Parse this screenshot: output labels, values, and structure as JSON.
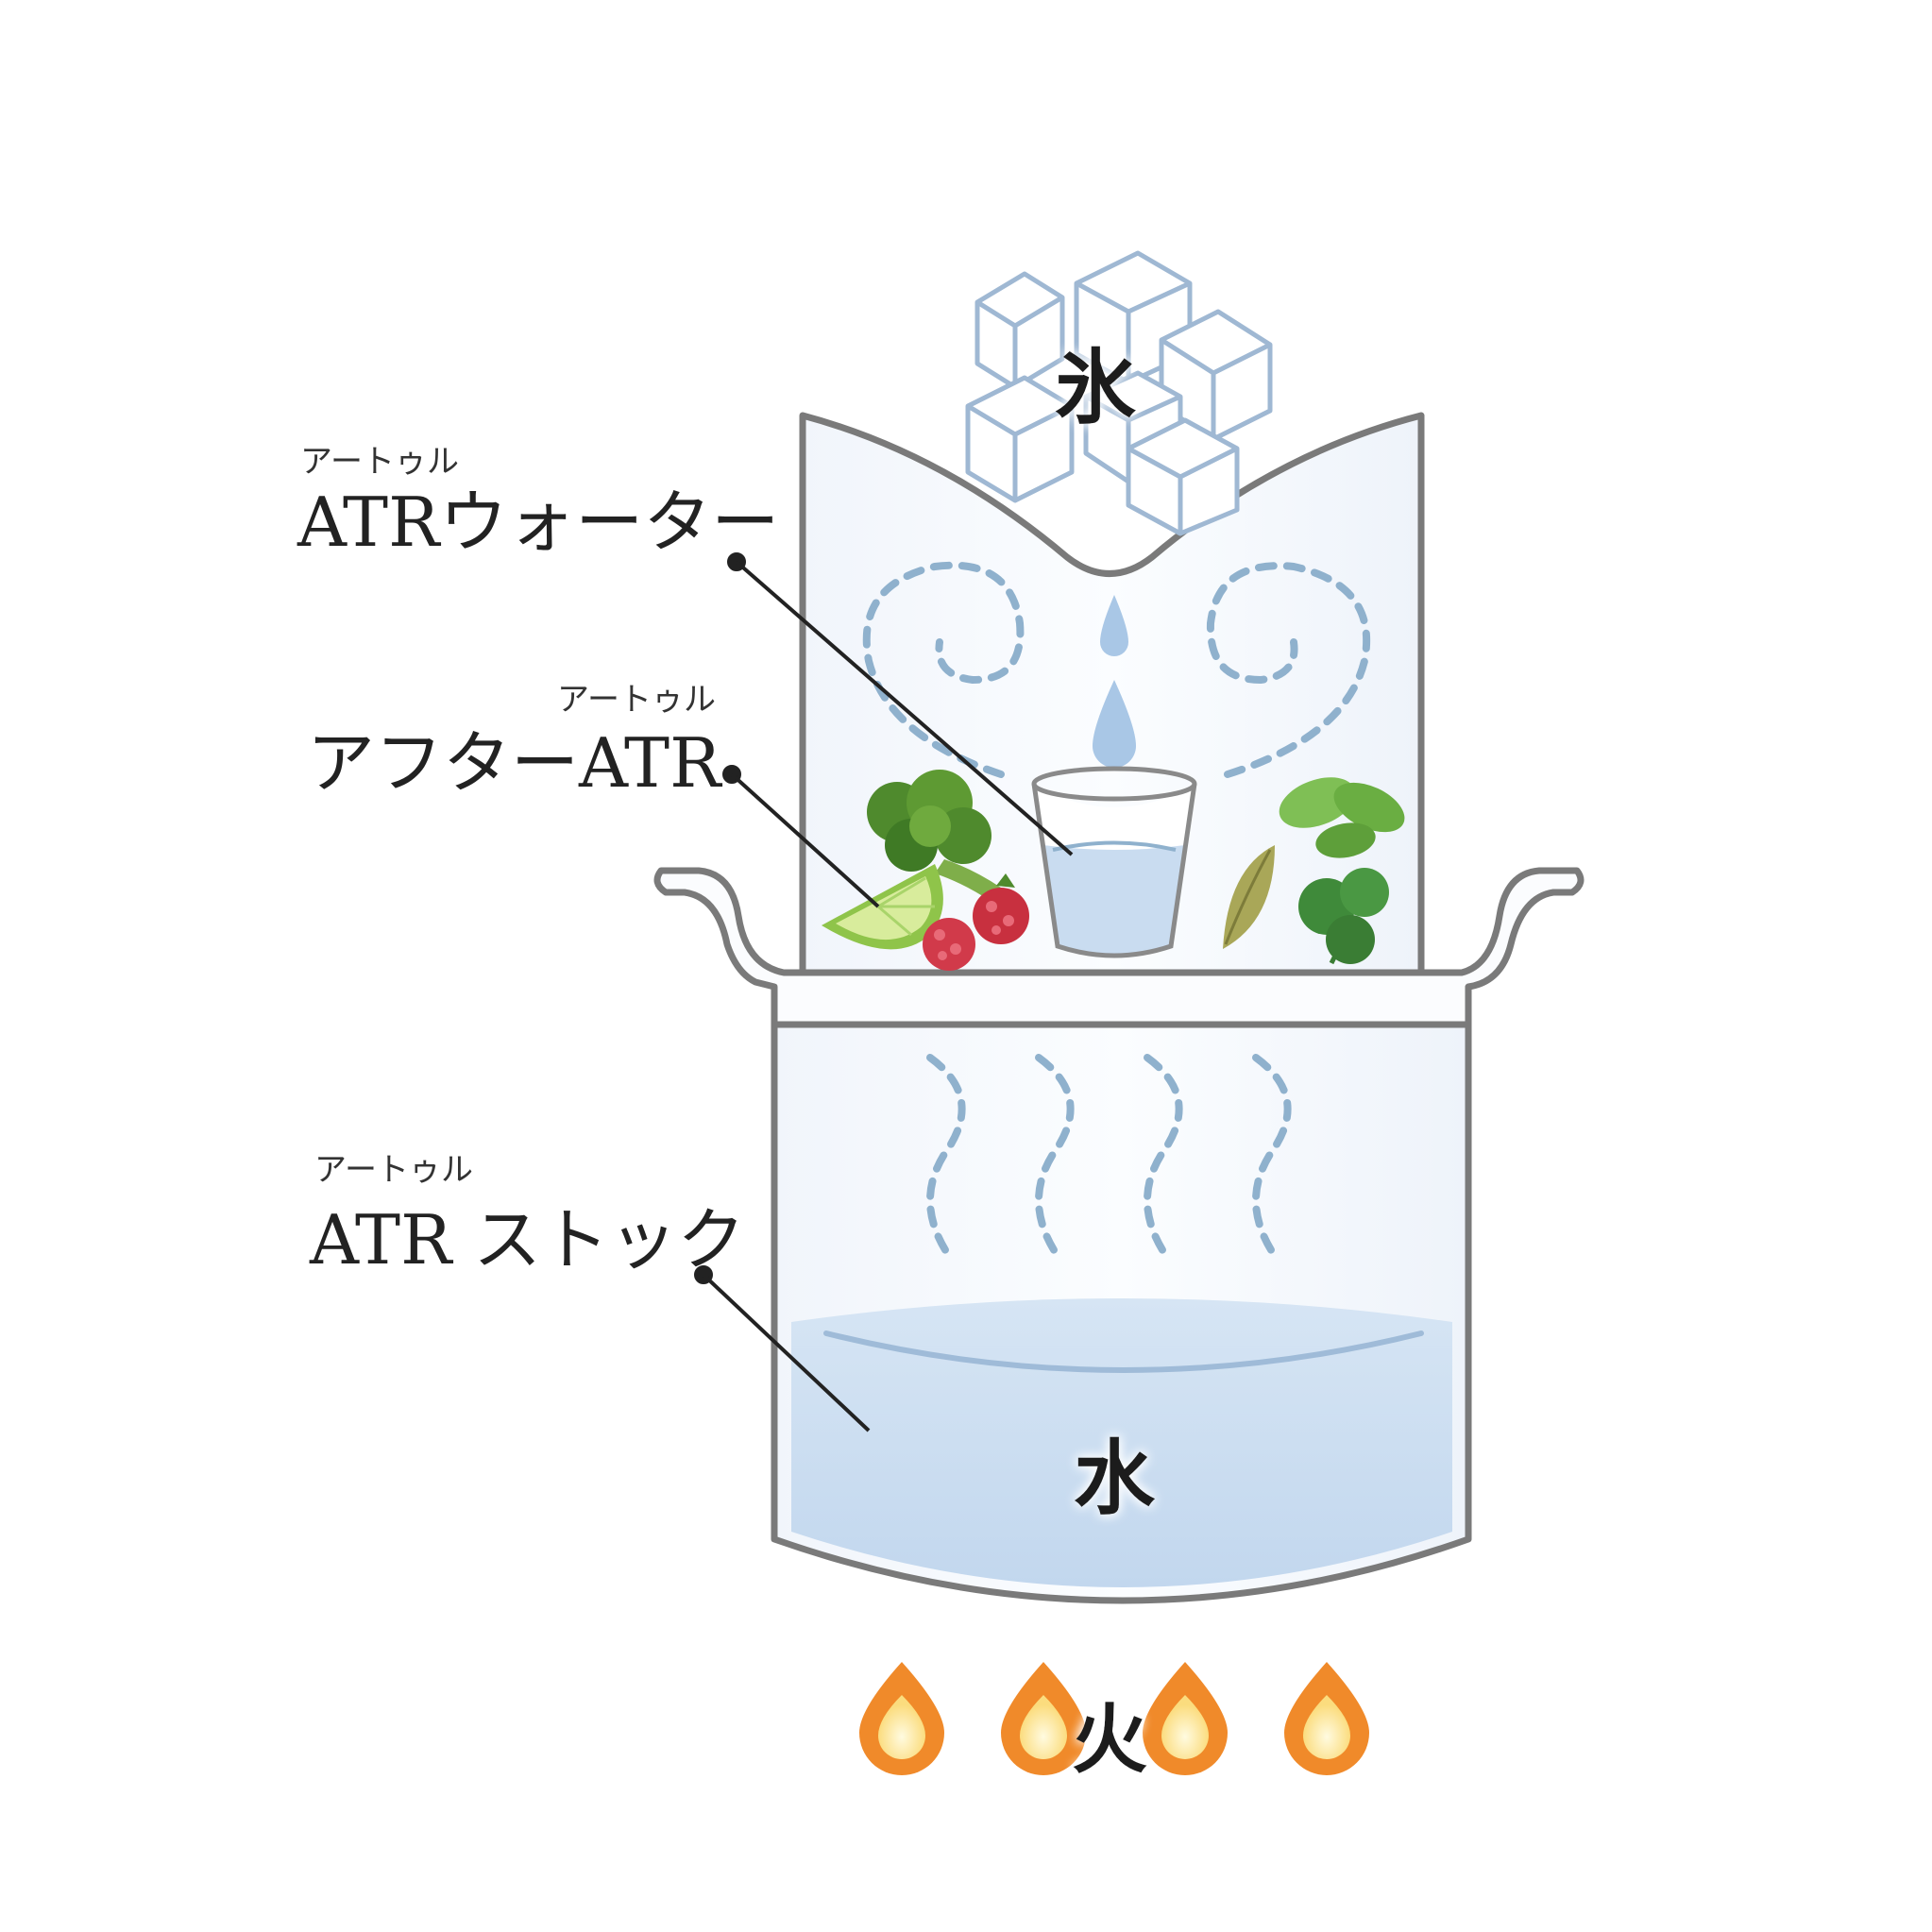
{
  "labels": {
    "atr_water": {
      "ruby": "アートゥル",
      "text": "ATRウォーター"
    },
    "after_atr": {
      "ruby": "アートゥル",
      "text": "アフターATR"
    },
    "atr_stock": {
      "ruby": "アートゥル",
      "text": "ATR ストック"
    }
  },
  "kanji": {
    "ice": "氷",
    "water": "水",
    "fire": "火"
  },
  "colors": {
    "outline": "#777777",
    "ice_stroke": "#9fb8d3",
    "steam": "#8fb1cd",
    "water": "#c9dcf0",
    "water_dark": "#9fbbd8",
    "pot_fill": "#edf3fa",
    "flame_outer": "#f08a2a",
    "flame_inner": "#fde9a3"
  }
}
